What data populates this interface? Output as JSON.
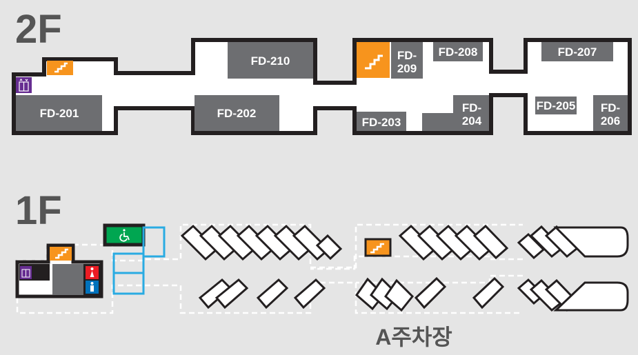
{
  "floors": {
    "second": {
      "label": "2F"
    },
    "first": {
      "label": "1F"
    }
  },
  "rooms": {
    "fd201": "FD-201",
    "fd202": "FD-202",
    "fd203": "FD-203",
    "fd204_l1": "FD-",
    "fd204_l2": "204",
    "fd205": "FD-205",
    "fd206_l1": "FD-",
    "fd206_l2": "206",
    "fd207": "FD-207",
    "fd208": "FD-208",
    "fd209_l1": "FD-",
    "fd209_l2": "209",
    "fd210": "FD-210"
  },
  "parking": {
    "label": "A주차장"
  },
  "icons": {
    "stairs": "stairs-icon",
    "elevator": "elevator-icon",
    "wheelchair": "wheelchair-icon",
    "restroom_female": "female-restroom-icon",
    "restroom_male": "male-restroom-icon"
  },
  "colors": {
    "background": "#e5e5e5",
    "wall": "#231f20",
    "room": "#6d6e71",
    "stairs": "#f7941d",
    "elevator": "#662d91",
    "accessible": "#00a651",
    "restroom_female": "#ed1c24",
    "restroom_male": "#0072bc",
    "bike_rack": "#29abe2",
    "label_gray": "#555555"
  }
}
